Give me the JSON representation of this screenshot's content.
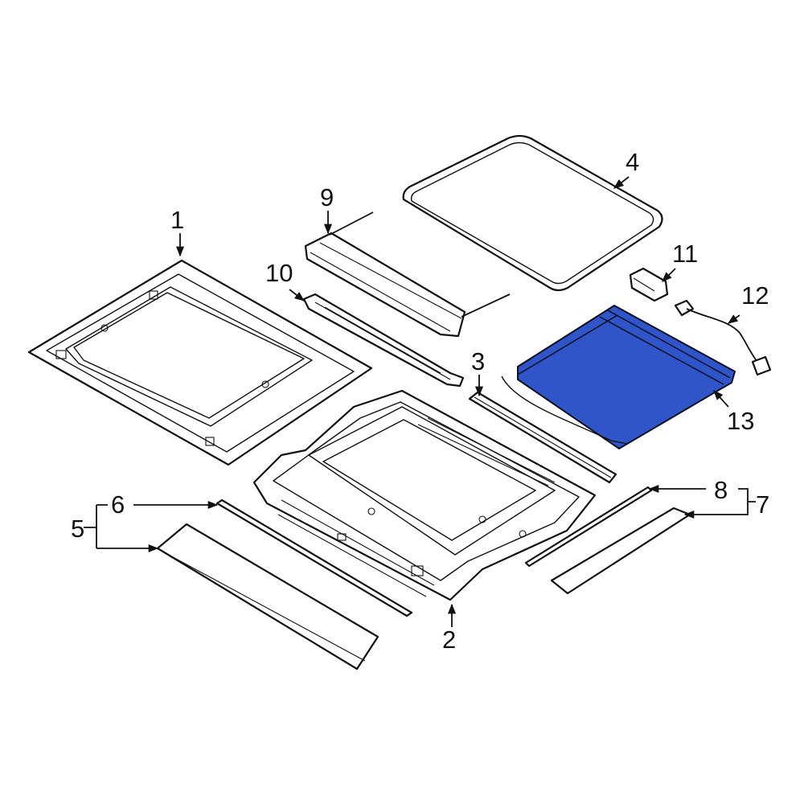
{
  "diagram": {
    "highlight_color": "#2f55c9",
    "callouts": [
      "1",
      "2",
      "3",
      "4",
      "5",
      "6",
      "7",
      "8",
      "9",
      "10",
      "11",
      "12",
      "13"
    ]
  }
}
